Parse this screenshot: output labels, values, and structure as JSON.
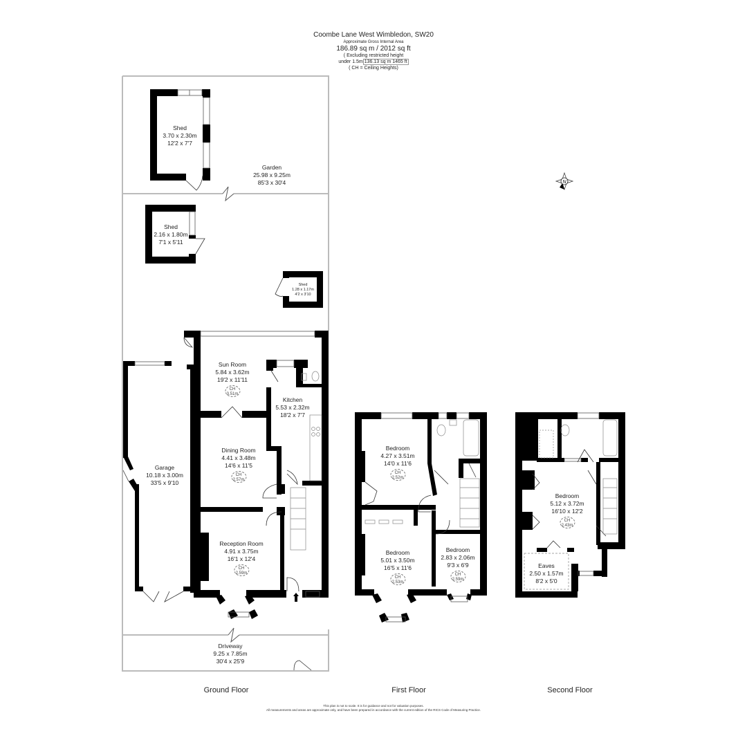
{
  "header": {
    "address": "Coombe Lane West Wimbledon, SW20",
    "area_caption": "Approximate Gross Internal Area",
    "total_area": "186.89 sq m / 2012 sq ft",
    "restricted_line1": "( Excluding restricted height",
    "restricted_prefix": "under 1.5m",
    "restricted_value": "136.13 sq m 1465 ft",
    "ch_note": "( CH = Ceiling Heights)"
  },
  "compass": {
    "icon": "north-compass-icon",
    "label": "N"
  },
  "floors": {
    "ground": {
      "label": "Ground Floor",
      "rooms": [
        {
          "name": "Shed",
          "metric": "3.70 x 2.30m",
          "imperial": "12'2 x 7'7"
        },
        {
          "name": "Garden",
          "metric": "25.98 x 9.25m",
          "imperial": "85'3 x 30'4"
        },
        {
          "name": "Shed",
          "metric": "2.16 x 1.80m",
          "imperial": "7'1 x 5'11"
        },
        {
          "name": "Shed",
          "metric": "1.28 x 1.17m",
          "imperial": "4'2 x 3'10"
        },
        {
          "name": "Sun Room",
          "metric": "5.84 x 3.62m",
          "imperial": "19'2 x 11'11",
          "ch": "3.51m"
        },
        {
          "name": "Kitchen",
          "metric": "5.53 x 2.32m",
          "imperial": "18'2 x 7'7"
        },
        {
          "name": "Dining Room",
          "metric": "4.41 x 3.48m",
          "imperial": "14'6 x 11'5",
          "ch": "2.57m"
        },
        {
          "name": "Garage",
          "metric": "10.18 x 3.00m",
          "imperial": "33'5 x 9'10"
        },
        {
          "name": "Reception Room",
          "metric": "4.91 x 3.75m",
          "imperial": "16'1 x 12'4",
          "ch": "2.59m"
        },
        {
          "name": "Driveway",
          "metric": "9.25 x 7.85m",
          "imperial": "30'4 x 25'9"
        }
      ]
    },
    "first": {
      "label": "First Floor",
      "rooms": [
        {
          "name": "Bedroom",
          "metric": "4.27 x 3.51m",
          "imperial": "14'0 x 11'6",
          "ch": "2.52m"
        },
        {
          "name": "Bedroom",
          "metric": "5.01 x 3.50m",
          "imperial": "16'5 x 11'6",
          "ch": "2.53m"
        },
        {
          "name": "Bedroom",
          "metric": "2.83 x 2.06m",
          "imperial": "9'3 x 6'9",
          "ch": "2.59m"
        }
      ]
    },
    "second": {
      "label": "Second Floor",
      "rooms": [
        {
          "name": "Bedroom",
          "metric": "5.12 x 3.72m",
          "imperial": "16'10 x 12'2",
          "ch": "2.43m"
        },
        {
          "name": "Eaves",
          "metric": "2.50 x 1.57m",
          "imperial": "8'2 x 5'0"
        }
      ]
    }
  },
  "ch_label": "CH",
  "footer": {
    "line1": "This plan is not to scale. It is for guidance and not for valuation purposes.",
    "line2": "All measurements and areas are approximate only, and have been prepared in accordance with the current edition of the RICS Code of Measuring Practice."
  }
}
